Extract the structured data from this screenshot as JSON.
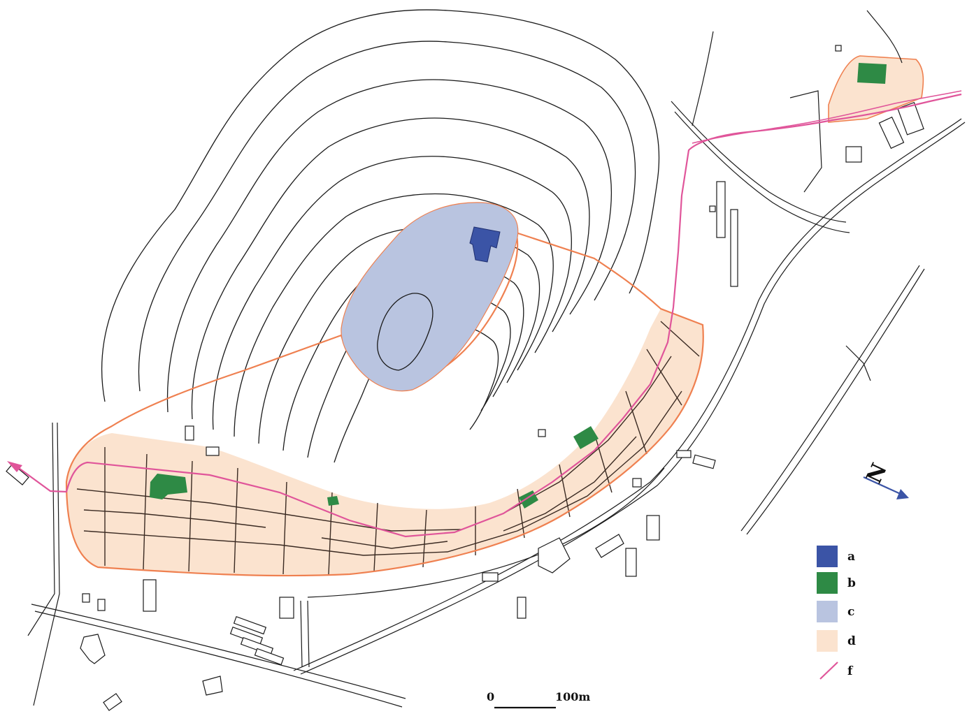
{
  "colors": {
    "a": "#3b54a6",
    "b": "#2e8a45",
    "c": "#b9c4e0",
    "d": "#fbe3cf",
    "f": "#e0559a",
    "boundary": "#ef8050",
    "north_arrow": "#3b54a6"
  },
  "legend": {
    "items": [
      {
        "key": "a",
        "label": "a",
        "swatch": "#3b54a6"
      },
      {
        "key": "b",
        "label": "b",
        "swatch": "#2e8a45"
      },
      {
        "key": "c",
        "label": "c",
        "swatch": "#b9c4e0"
      },
      {
        "key": "d",
        "label": "d",
        "swatch": "#fbe3cf"
      },
      {
        "key": "f",
        "label": "f",
        "swatch": "#e0559a"
      }
    ]
  },
  "scale_bar": {
    "start_label": "0",
    "end_label": "100m"
  },
  "north_arrow": {
    "label": "N",
    "icon": "north-arrow-icon"
  }
}
